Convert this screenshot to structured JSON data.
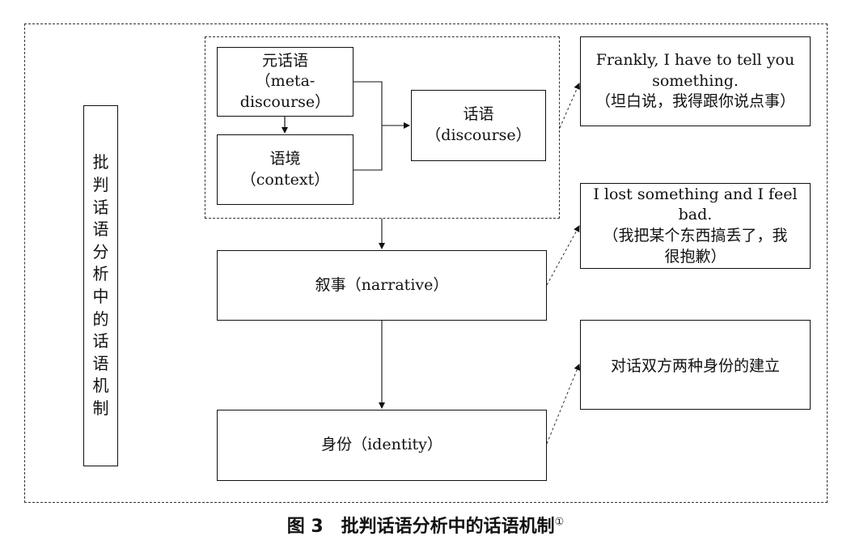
{
  "side_title_chars": [
    "批",
    "判",
    "话",
    "语",
    "分",
    "析",
    "中",
    "的",
    "话",
    "语",
    "机",
    "制"
  ],
  "meta_discourse": {
    "zh": "元话语",
    "en": "（meta-discourse）"
  },
  "context": {
    "zh": "语境",
    "en": "（context）"
  },
  "discourse": {
    "zh": "话语",
    "en": "（discourse）"
  },
  "narrative": "叙事（narrative）",
  "identity": "身份（identity）",
  "note1": {
    "line1": "Frankly, I have to tell you",
    "line2": "something.",
    "line3": "（坦白说，我得跟你说点事）"
  },
  "note2": {
    "line1": "I lost something and I feel bad.",
    "line2": "（我把某个东西搞丢了，我",
    "line3": "很抱歉）"
  },
  "note3": "对话双方两种身份的建立",
  "caption": {
    "text": "图 3　批判话语分析中的话语机制",
    "footnote": "①"
  }
}
